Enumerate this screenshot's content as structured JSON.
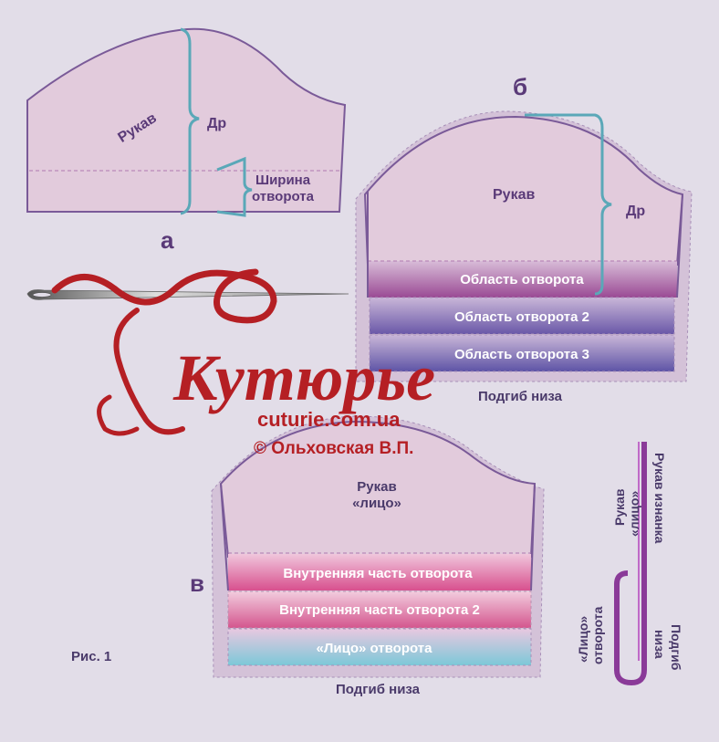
{
  "figure_a": {
    "letter": "а",
    "sleeve_label": "Рукав",
    "height_label": "Др",
    "cuff_width_label_line1": "Ширина",
    "cuff_width_label_line2": "отворота"
  },
  "figure_b": {
    "letter": "б",
    "sleeve_label": "Рукав",
    "height_label": "Др",
    "bands": [
      "Область отворота",
      "Область отворота 2",
      "Область отворота 3"
    ],
    "hem_label": "Подгиб низа"
  },
  "figure_v": {
    "letter": "в",
    "sleeve_label_line1": "Рукав",
    "sleeve_label_line2": "«лицо»",
    "bands": [
      "Внутренняя часть отворота",
      "Внутренняя часть отворота 2",
      "«Лицо» отворота"
    ],
    "hem_label": "Подгиб низа"
  },
  "fold_diagram": {
    "sleeve_face_line1": "Рукав",
    "sleeve_face_line2": "«лицо»",
    "sleeve_inside": "Рукав изнанка",
    "cuff_face_line1": "«Лицо»",
    "cuff_face_line2": "отворота",
    "hem_line1": "Подгиб",
    "hem_line2": "низа"
  },
  "logo": {
    "title": "Кутюрье",
    "site": "cuturie.com.ua",
    "copyright": "© Ольховская В.П."
  },
  "caption": "Рис. 1",
  "colors": {
    "background": "#e2dde8",
    "sleeve_fill": "#e2cbdc",
    "outline": "#7a5a98",
    "measure_line": "#5aa8b8",
    "logo_red": "#b51f24",
    "fold_line": "#8a3a98"
  }
}
